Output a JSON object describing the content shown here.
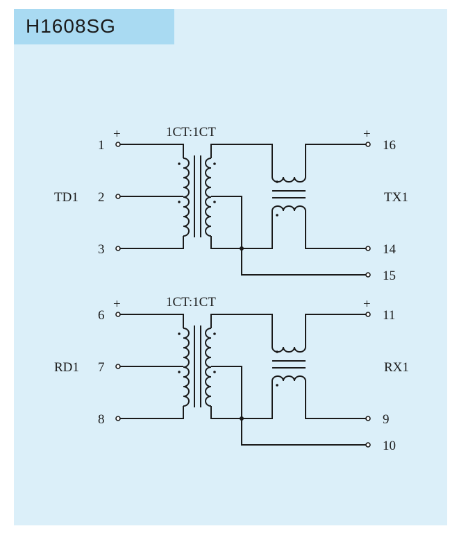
{
  "title": "H1608SG",
  "ratio_label_top": "1CT:1CT",
  "ratio_label_bottom": "1CT:1CT",
  "plus": "+",
  "groups": {
    "td1": "TD1",
    "tx1": "TX1",
    "rd1": "RD1",
    "rx1": "RX1"
  },
  "pins": {
    "p1": "1",
    "p2": "2",
    "p3": "3",
    "p16": "16",
    "p14": "14",
    "p15": "15",
    "p6": "6",
    "p7": "7",
    "p8": "8",
    "p11": "11",
    "p9": "9",
    "p10": "10"
  }
}
